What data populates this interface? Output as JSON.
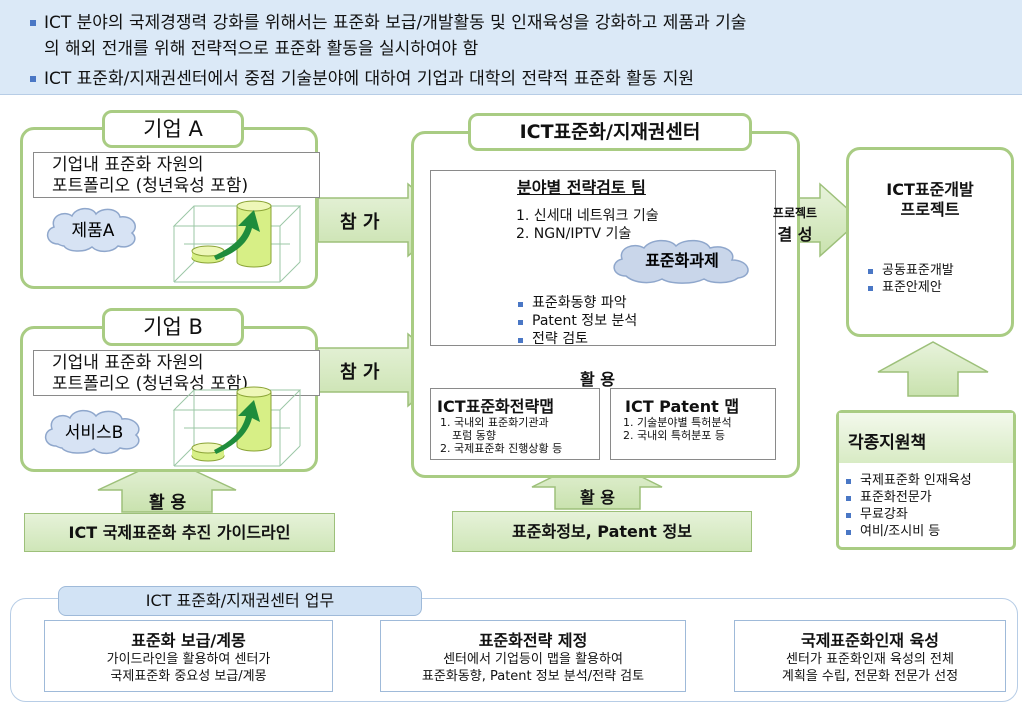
{
  "header": {
    "bullets": [
      "ICT 분야의 국제경쟁력 강화를 위해서는 표준화 보급/개발활동 및 인재육성을 강화하고 제품과 기술",
      "의 해외 전개를 위해 전략적으로 표준화 활동을 실시하여야 함",
      "ICT 표준화/지재권센터에서 중점 기술분야에 대하여 기업과 대학의 전략적 표준화 활동 지원"
    ]
  },
  "company_a": {
    "title": "기업 A",
    "portfolio_line1": "기업내 표준화 자원의",
    "portfolio_line2": "포트폴리오 (청년육성 포함)",
    "cloud_label": "제품A"
  },
  "company_b": {
    "title": "기업 B",
    "portfolio_line1": "기업내 표준화 자원의",
    "portfolio_line2": "포트폴리오 (청년육성 포함)",
    "cloud_label": "서비스B"
  },
  "arrows": {
    "join_a": "참 가",
    "join_b": "참 가",
    "use_guideline": "활 용",
    "use_map": "활 용",
    "use_info": "활 용",
    "project_line1": "프로젝트",
    "project_line2": "결 성"
  },
  "guideline": {
    "label": "ICT 국제표준화 추진 가이드라인"
  },
  "center": {
    "title": "ICT표준화/지재권센터",
    "team": {
      "title": "분야별 전략검토 팀",
      "items": [
        "1. 신세대 네트워크 기술",
        "2. NGN/IPTV 기술"
      ],
      "cloud_label": "표준화과제",
      "bullets": [
        "표준화동향 파악",
        "Patent 정보 분석",
        "전략 검토"
      ]
    },
    "strategy_map": {
      "title": "ICT표준화전략맵",
      "items": [
        "1. 국내외 표준화기관과",
        "포럼 동향",
        "2. 국제표준화 진행상황 등"
      ]
    },
    "patent_map": {
      "title": "ICT Patent 맵",
      "items": [
        "1. 기술분야별 특허분석",
        "2. 국내외 특허분포 등"
      ]
    }
  },
  "info_box": {
    "label": "표준화정보, Patent 정보"
  },
  "project": {
    "title_line1": "ICT표준개발",
    "title_line2": "프로젝트",
    "bullets": [
      "공동표준개발",
      "표준안제안"
    ]
  },
  "support": {
    "title": "각종지원책",
    "bullets": [
      "국제표준화 인재육성",
      "표준화전문가",
      "무료강좌",
      " 여비/조시비 등"
    ]
  },
  "duties": {
    "tab_label": "ICT 표준화/지재권센터 업무",
    "items": [
      {
        "title": "표준화 보급/계몽",
        "line1": "가이드라인을 활용하여 센터가",
        "line2": "국제표준화 중요성 보급/계몽"
      },
      {
        "title": "표준화전략 제정",
        "line1": "센터에서 기업등이 맵을 활용하여",
        "line2": "표준화동향, Patent 정보 분석/전략 검토"
      },
      {
        "title": "국제표준화인재 육성",
        "line1": "센터가 표준화인재 육성의 전체",
        "line2": "계획을 수립, 전문화 전문가 선정"
      }
    ]
  },
  "colors": {
    "green_border": "#a9cc83",
    "arrow_fill": "#cfe6b8",
    "bullet": "#4a77c5",
    "header_bg": "#dbe9f7"
  }
}
